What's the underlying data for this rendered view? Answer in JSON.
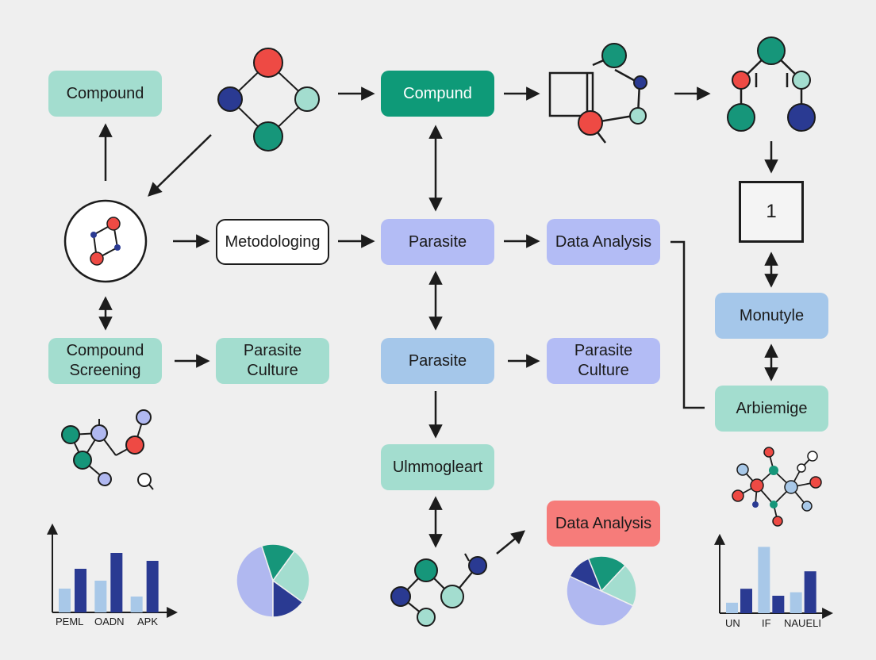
{
  "nodes": {
    "compound_top_left": "Compound",
    "compund_top_mid": "Compund",
    "metodologing": "Metodologing",
    "parasite_upper": "Parasite",
    "data_analysis_upper": "Data Analysis",
    "one_square": "1",
    "compound_screening": "Compound\nScreening",
    "parasite_culture_left": "Parasite\nCulture",
    "parasite_middle": "Parasite",
    "parasite_culture_right": "Parasite\nCulture",
    "monutyle": "Monutyle",
    "arbiemige": "Arbiemige",
    "ulmmogleart": "Ulmmogleart",
    "data_analysis_lower": "Data Analysis"
  },
  "colors": {
    "mint": "#a3ddcf",
    "teal": "#0e9a78",
    "lavender": "#b3bcf5",
    "light_blue": "#a5c7ea",
    "coral": "#f67c7a",
    "navy": "#2a3a92",
    "red": "#ee4a44",
    "green": "#16967a",
    "pale_blue": "#a8c8e8",
    "periwinkle": "#b0b8f0"
  },
  "chart_data": [
    {
      "type": "bar",
      "categories": [
        "PEML",
        "OADN",
        "APK"
      ],
      "series": [
        {
          "values": [
            3,
            4,
            2
          ]
        },
        {
          "values": [
            5.5,
            7.5,
            6.5
          ]
        }
      ],
      "title": "",
      "xlabel": "",
      "ylabel": "",
      "ylim": [
        0,
        10
      ]
    },
    {
      "type": "pie",
      "values": [
        45,
        15,
        25,
        15
      ],
      "title": ""
    },
    {
      "type": "pie",
      "values": [
        50,
        12,
        18,
        20
      ],
      "title": ""
    },
    {
      "type": "bar",
      "categories": [
        "UN",
        "IF",
        "NAUELI"
      ],
      "series": [
        {
          "values": [
            1.5,
            9.5,
            3
          ]
        },
        {
          "values": [
            3.5,
            2.5,
            6
          ]
        }
      ],
      "title": "",
      "xlabel": "",
      "ylabel": "",
      "ylim": [
        0,
        10
      ]
    }
  ]
}
